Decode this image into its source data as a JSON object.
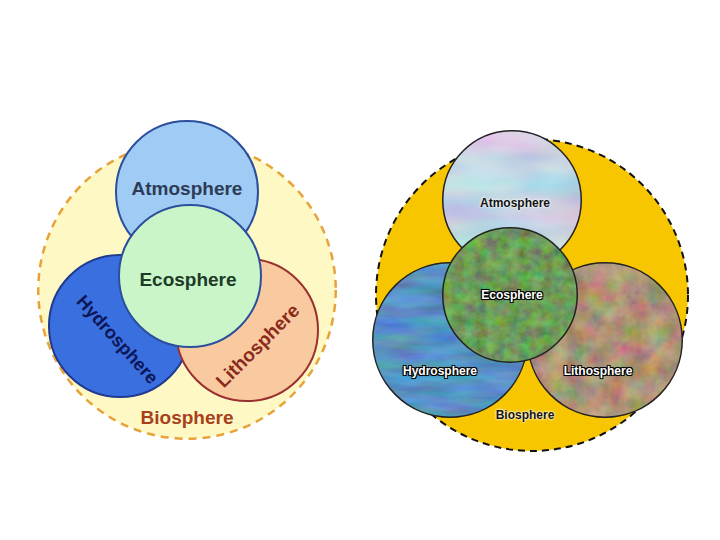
{
  "diagram": {
    "nodes": [
      {
        "text": [
          "Biosphere"
        ]
      },
      {
        "text": [
          "Atmosphere"
        ],
        "in": 0
      },
      {
        "text": [
          "Ecosphere"
        ],
        "in": 0
      },
      {
        "text": [
          "Hydrosphere"
        ],
        "in": 0
      },
      {
        "text": [
          "Lithosphere"
        ],
        "in": 0
      },
      {
        "text": [
          "Biosphere"
        ]
      },
      {
        "text": [
          "Atmosphere"
        ],
        "in": 5
      },
      {
        "text": [
          "Ecosphere"
        ],
        "in": 5
      },
      {
        "text": [
          "Hydrosphere"
        ],
        "in": 5
      },
      {
        "text": [
          "Lithosphere"
        ],
        "in": 5
      }
    ]
  }
}
